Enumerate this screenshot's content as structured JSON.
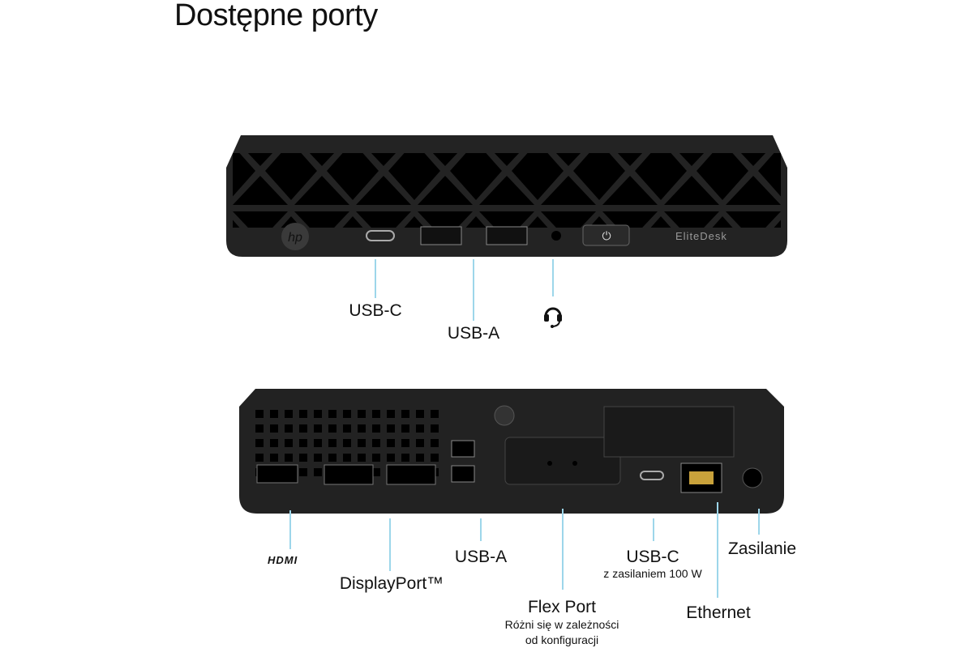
{
  "title": "Dostępne porty",
  "front": {
    "brand": "EliteDesk",
    "logo": "hp",
    "labels": {
      "usb_c": "USB-C",
      "usb_a": "USB-A",
      "audio_icon": "headset-icon"
    }
  },
  "back": {
    "labels": {
      "hdmi": "HDMI",
      "displayport": "DisplayPort™",
      "usb_a": "USB-A",
      "flex_port": "Flex Port",
      "flex_port_note_1": "Różni się w zależności",
      "flex_port_note_2": "od konfiguracji",
      "usb_c": "USB-C",
      "usb_c_note": "z zasilaniem 100 W",
      "ethernet": "Ethernet",
      "power": "Zasilanie"
    }
  },
  "colors": {
    "leader": "#9dd6ea",
    "device": "#1c1c1c"
  }
}
